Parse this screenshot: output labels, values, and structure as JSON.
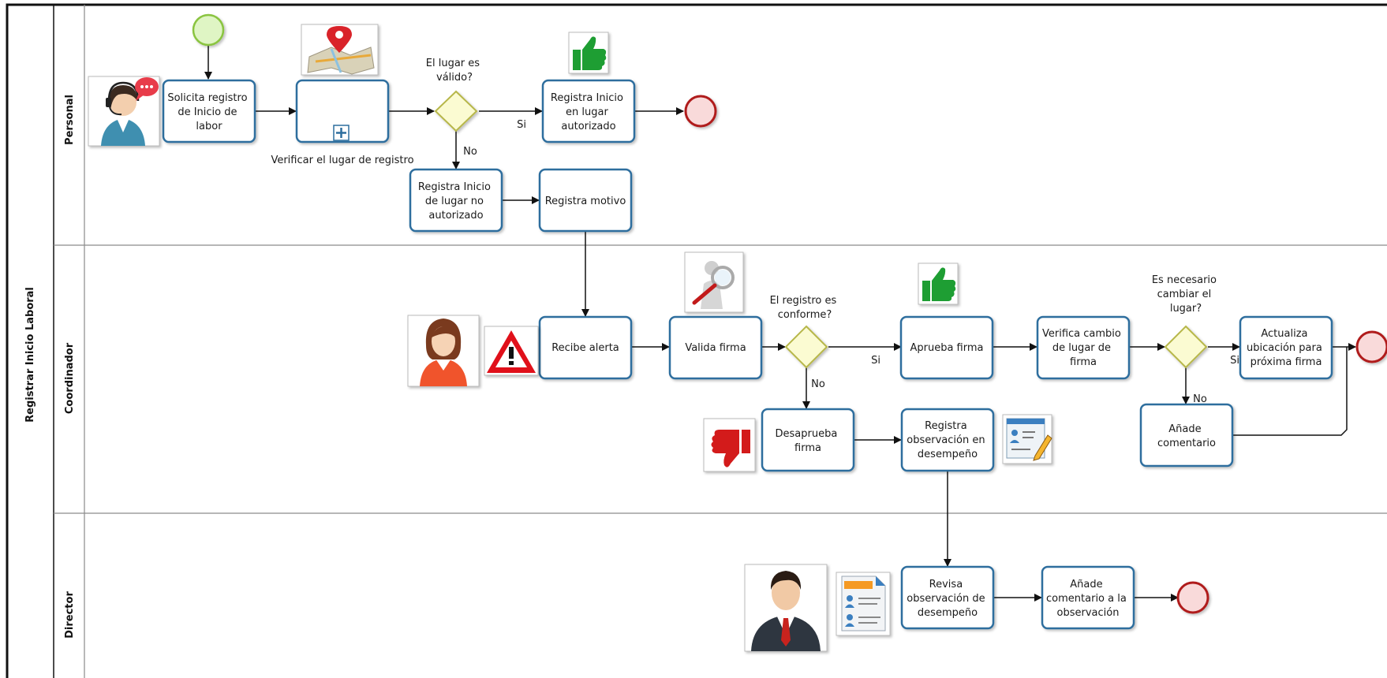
{
  "pool": {
    "name": "Registrar Inicio Laboral"
  },
  "lanes": [
    {
      "id": "personal",
      "name": "Personal"
    },
    {
      "id": "coordinador",
      "name": "Coordinador"
    },
    {
      "id": "director",
      "name": "Director"
    }
  ],
  "tasks": {
    "solicita": [
      "Solicita registro",
      "de Inicio de",
      "labor"
    ],
    "verificar": [
      "Verificar el lugar de registro"
    ],
    "reg_autorizado": [
      "Registra Inicio",
      "en lugar",
      "autorizado"
    ],
    "reg_no_autorizado": [
      "Registra Inicio",
      "de lugar no",
      "autorizado"
    ],
    "reg_motivo": [
      "Registra motivo"
    ],
    "recibe_alerta": [
      "Recibe alerta"
    ],
    "valida_firma": [
      "Valida firma"
    ],
    "aprueba_firma": [
      "Aprueba firma"
    ],
    "verifica_cambio": [
      "Verifica cambio",
      "de lugar de",
      "firma"
    ],
    "actualiza": [
      "Actualiza",
      "ubicación para",
      "próxima firma"
    ],
    "anade_comentario": [
      "Añade",
      "comentario"
    ],
    "desaprueba": [
      "Desaprueba",
      "firma"
    ],
    "reg_observacion": [
      "Registra",
      "observación en",
      "desempeño"
    ],
    "revisa_obs": [
      "Revisa",
      "observación de",
      "desempeño"
    ],
    "anade_obs": [
      "Añade",
      "comentario a la",
      "observación"
    ]
  },
  "gateways": {
    "lugar_valido": [
      "El lugar es",
      "válido?"
    ],
    "registro_conforme": [
      "El registro es",
      "conforme?"
    ],
    "cambiar_lugar": [
      "Es necesario",
      "cambiar el",
      "lugar?"
    ]
  },
  "flow_labels": {
    "g1_si": "Si",
    "g1_no": "No",
    "g2_si": "Si",
    "g2_no": "No",
    "g3_si": "Si",
    "g3_no": "No"
  },
  "icons": {
    "operator": "headset-operator-icon",
    "map": "map-pin-icon",
    "thumb_up_1": "thumbs-up-icon",
    "coordinator": "woman-avatar-icon",
    "warning": "warning-icon",
    "magnifier": "magnifier-icon",
    "thumb_up_2": "thumbs-up-icon",
    "thumb_down": "thumbs-down-icon",
    "profile_edit": "profile-edit-icon",
    "director": "businessman-avatar-icon",
    "document": "document-icon"
  },
  "colors": {
    "task_border": "#2d6e9e",
    "task_fill": "#ffffff",
    "start_fill": "#dff5c4",
    "start_border": "#8ac43f",
    "end_fill": "#f9dada",
    "end_border": "#b01c1c",
    "gateway_fill": "#fbfbd2",
    "gateway_border": "#b7b74a",
    "lane_border": "#8a8a8a"
  }
}
